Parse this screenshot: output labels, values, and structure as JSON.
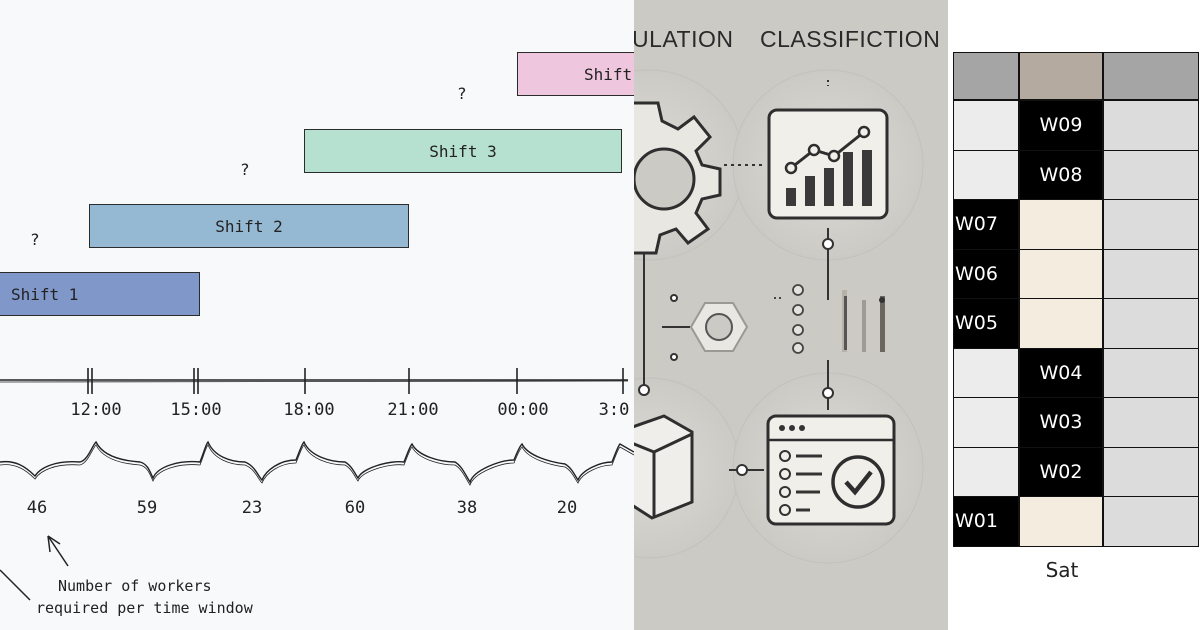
{
  "shift_panel": {
    "shifts": [
      {
        "label": "Shift 1",
        "color": "#7f97c9"
      },
      {
        "label": "Shift 2",
        "color": "#96b9d3"
      },
      {
        "label": "Shift 3",
        "color": "#b6e0cf"
      },
      {
        "label": "Shift",
        "color": "#eec6dd"
      }
    ],
    "question_mark": "?",
    "time_ticks": [
      "12:00",
      "15:00",
      "18:00",
      "21:00",
      "00:00",
      "3:0"
    ],
    "worker_counts": [
      "46",
      "59",
      "23",
      "60",
      "38",
      "20"
    ],
    "annotation_line1": "Number of workers",
    "annotation_line2": "required per time window"
  },
  "illustration": {
    "heading_left": "ULATION",
    "heading_right": "CLASSIFICTION",
    "icons": [
      "gear-icon",
      "bar-chart-icon",
      "hex-nut-icon",
      "cube-box-icon",
      "checklist-window-icon"
    ]
  },
  "schedule_grid": {
    "row_labels": [
      "W09",
      "W08",
      "W07",
      "W06",
      "W05",
      "W04",
      "W03",
      "W02",
      "W01"
    ],
    "x_label": "Sat",
    "colors": {
      "header_gray": "#a5a5a5",
      "header_tan": "#b4aaa0",
      "assigned": "#000000",
      "off_cream": "#f3ecdf",
      "off_gray": "#dcdcdc",
      "off_light": "#ececec"
    }
  }
}
